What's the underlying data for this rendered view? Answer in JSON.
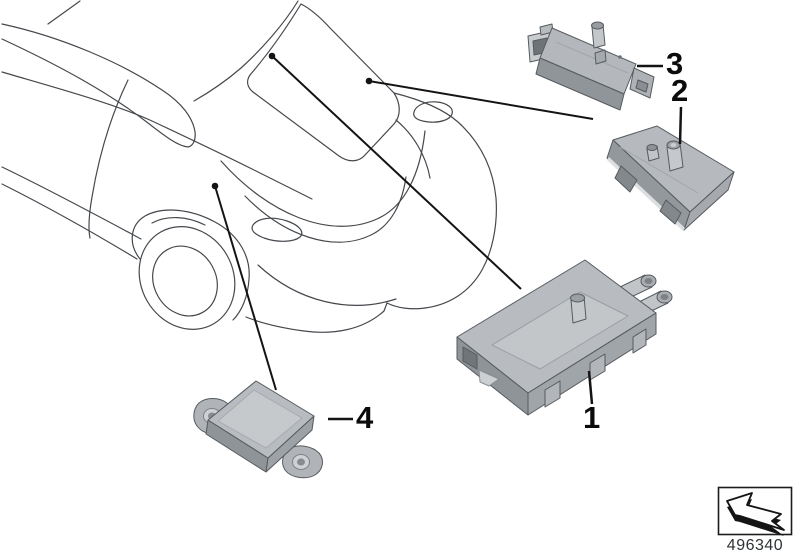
{
  "canvas": {
    "background": "#ffffff"
  },
  "callouts": [
    {
      "label": "1"
    },
    {
      "label": "2"
    },
    {
      "label": "3"
    },
    {
      "label": "4"
    }
  ],
  "footer": {
    "part_number": "496340",
    "icon": "back-arrow-3d-icon"
  },
  "colors": {
    "car_line": "#45494d",
    "leader": "#141414",
    "component_top": "#b8bcc0",
    "component_front": "#8f9498",
    "component_side": "#a0a5a9",
    "component_outline": "#565b5f",
    "component_highlight": "#d6d9db"
  }
}
